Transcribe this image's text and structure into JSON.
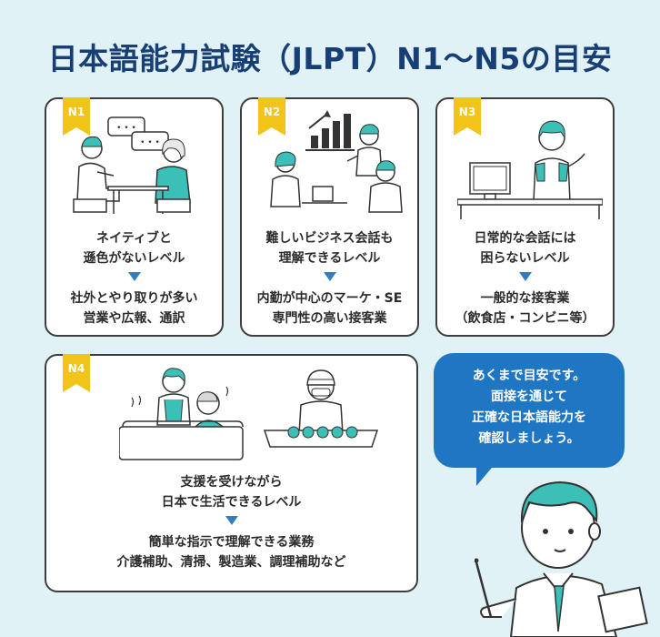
{
  "title": "日本語能力試験（JLPT）N1〜N5の目安",
  "colors": {
    "background": "#e1f2f7",
    "title": "#173f75",
    "ribbon": "#f2c318",
    "arrow": "#2f7ec2",
    "bubble": "#1f76c2",
    "accent_hair": "#3cbfb7"
  },
  "cards": {
    "n1": {
      "level": "N1",
      "desc": [
        "ネイティブと",
        "遜色がないレベル"
      ],
      "jobs": [
        "社外とやり取りが多い",
        "営業や広報、通訳"
      ],
      "bubble_dots": "• • •"
    },
    "n2": {
      "level": "N2",
      "desc": [
        "難しいビジネス会話も",
        "理解できるレベル"
      ],
      "jobs": [
        "内勤が中心のマーケ・SE",
        "専門性の高い接客業"
      ]
    },
    "n3": {
      "level": "N3",
      "desc": [
        "日常的な会話には",
        "困らないレベル"
      ],
      "jobs": [
        "一般的な接客業",
        "（飲食店・コンビニ等）"
      ]
    },
    "n4": {
      "level": "N4",
      "desc": [
        "支援を受けながら",
        "日本で生活できるレベル"
      ],
      "jobs": [
        "簡単な指示で理解できる業務",
        "介護補助、清掃、製造業、調理補助など"
      ]
    }
  },
  "bubble": {
    "lines": [
      "あくまで目安です。",
      "面接を通じて",
      "正確な日本語能力を",
      "確認しましょう。"
    ]
  }
}
